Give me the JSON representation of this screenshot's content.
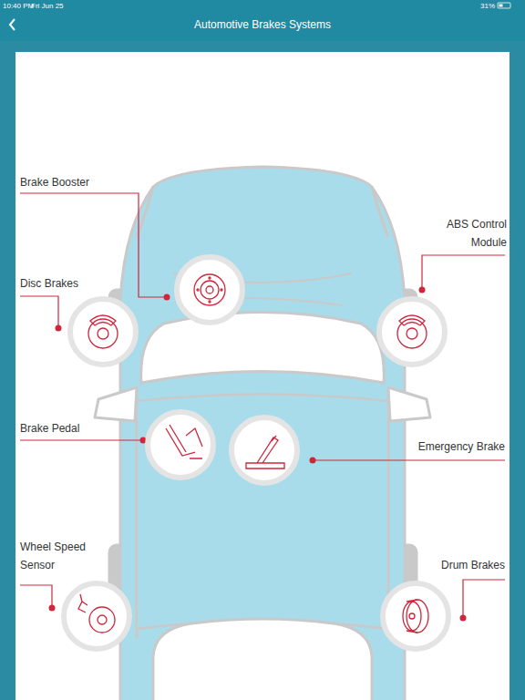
{
  "diagram": {
    "title": "Automotive Brakes Systems",
    "labels": [
      "10:40 PM",
      "Fri Jun 25",
      "31%",
      "Brake Booster",
      "ABS Control Module",
      "Disc Brakes",
      "Brake Pedal",
      "Emergency Brake",
      "Wheel Speed Sensor",
      "Drum Brakes"
    ]
  }
}
